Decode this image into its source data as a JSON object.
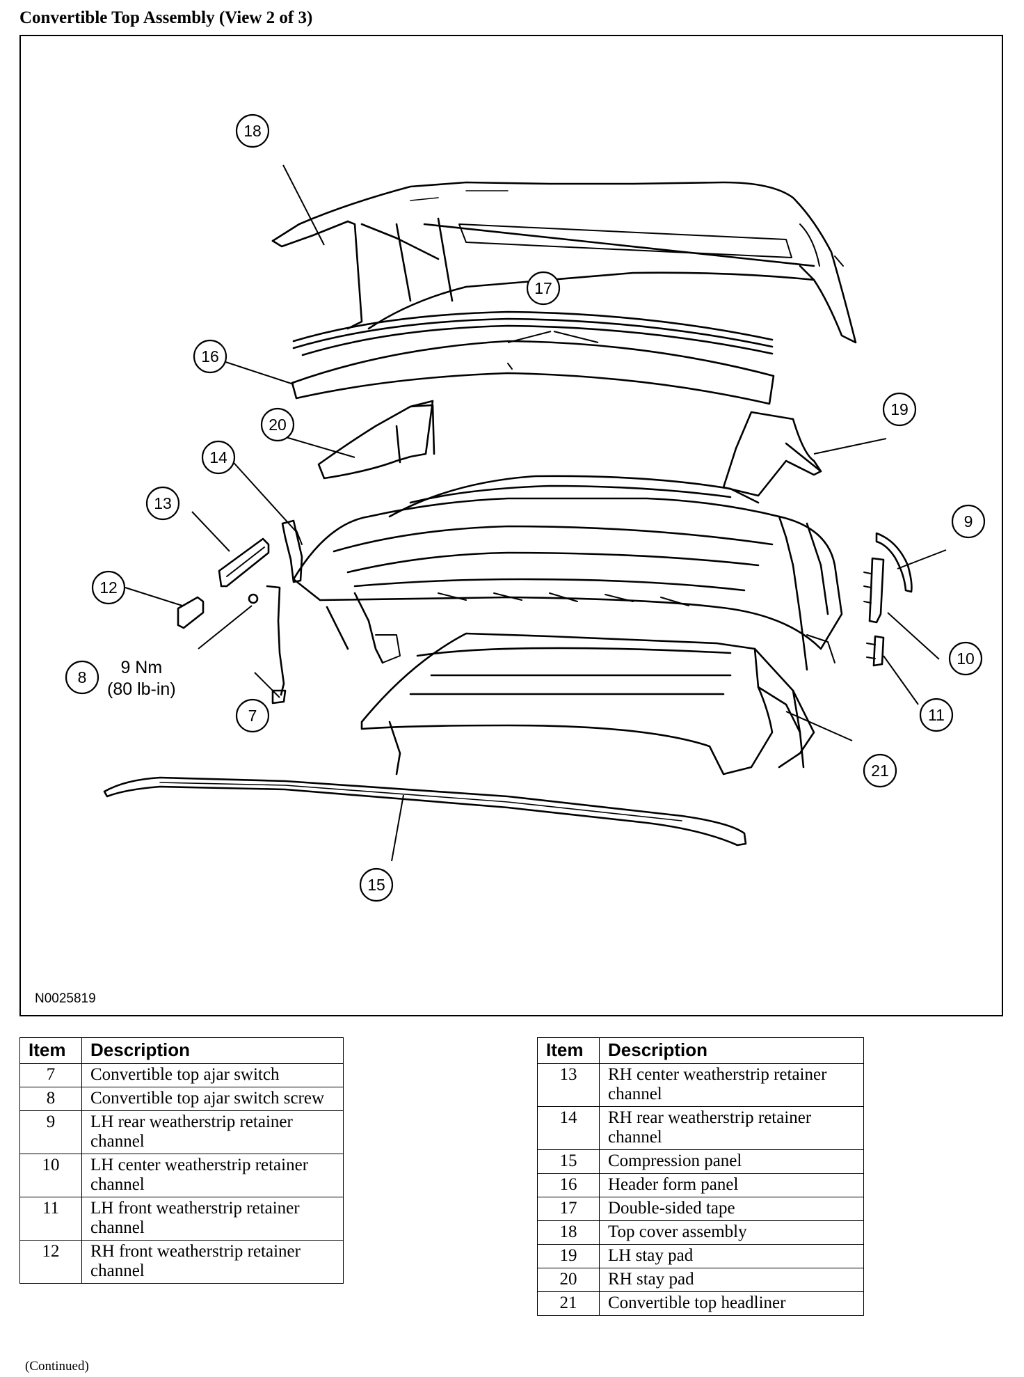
{
  "page": {
    "title": "Convertible Top Assembly (View 2 of 3)",
    "figure_code": "N0025819",
    "continued": "(Continued)"
  },
  "torque": {
    "item": "8",
    "value": "9 Nm",
    "value_alt": "(80 lb-in)"
  },
  "callouts": [
    "7",
    "8",
    "9",
    "10",
    "11",
    "12",
    "13",
    "14",
    "15",
    "16",
    "17",
    "18",
    "19",
    "20",
    "21"
  ],
  "table_headers": {
    "item": "Item",
    "description": "Description"
  },
  "table_left": [
    {
      "item": "7",
      "description": "Convertible top ajar switch"
    },
    {
      "item": "8",
      "description": "Convertible top ajar switch screw"
    },
    {
      "item": "9",
      "description": "LH rear weatherstrip retainer channel"
    },
    {
      "item": "10",
      "description": "LH center weatherstrip retainer channel"
    },
    {
      "item": "11",
      "description": "LH front weatherstrip retainer channel"
    },
    {
      "item": "12",
      "description": "RH front weatherstrip retainer channel"
    }
  ],
  "table_right": [
    {
      "item": "13",
      "description": "RH center weatherstrip retainer channel"
    },
    {
      "item": "14",
      "description": "RH rear weatherstrip retainer channel"
    },
    {
      "item": "15",
      "description": "Compression panel"
    },
    {
      "item": "16",
      "description": "Header form panel"
    },
    {
      "item": "17",
      "description": "Double-sided tape"
    },
    {
      "item": "18",
      "description": "Top cover assembly"
    },
    {
      "item": "19",
      "description": "LH stay pad"
    },
    {
      "item": "20",
      "description": "RH stay pad"
    },
    {
      "item": "21",
      "description": "Convertible top headliner"
    }
  ]
}
